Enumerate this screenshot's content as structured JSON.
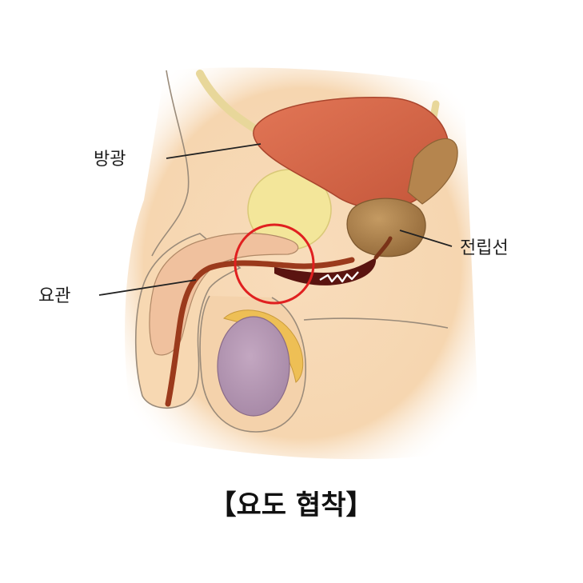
{
  "labels": {
    "bladder": "방광",
    "urethra": "요관",
    "prostate": "전립선"
  },
  "caption": {
    "left_bracket": "【",
    "text": "요도 협착",
    "right_bracket": "】"
  },
  "colors": {
    "skin": "#f7dcb8",
    "skin_shadow": "#eec79d",
    "outline": "#9a8b7a",
    "bladder": "#d9694a",
    "bladder_dark": "#b8482e",
    "prostate": "#a87d4a",
    "urethra": "#9b3a1c",
    "bone": "#f3e69a",
    "testis": "#b69ab5",
    "epididymis": "#eebf55",
    "stricture": "#5a1410",
    "highlight_circle": "#e02020"
  },
  "icons": {
    "highlight": "red-circle-icon"
  }
}
